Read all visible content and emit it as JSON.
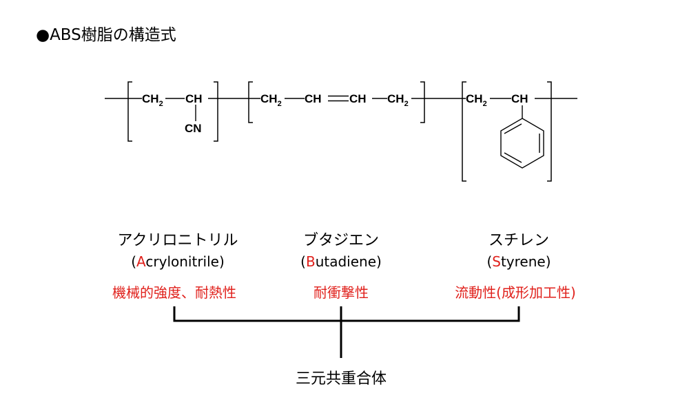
{
  "title": "●ABS樹脂の構造式",
  "colors": {
    "accent": "#e0201b",
    "text": "#000000"
  },
  "formula": {
    "acrylonitrile": {
      "ch2": "CH",
      "sub": "2",
      "ch": "CH",
      "cn": "CN"
    },
    "butadiene": {
      "ch2a": "CH",
      "suba": "2",
      "ch1": "CH",
      "ch2": "CH",
      "ch2b": "CH",
      "subb": "2"
    },
    "styrene": {
      "ch2": "CH",
      "sub": "2",
      "ch": "CH"
    }
  },
  "monomers": [
    {
      "jp": "アクリロニトリル",
      "paren_open": "(",
      "initial": "A",
      "rest": "crylonitrile",
      "paren_close": ")",
      "property": "機械的強度、耐熱性"
    },
    {
      "jp": "ブタジエン",
      "paren_open": "(",
      "initial": "B",
      "rest": "utadiene",
      "paren_close": ")",
      "property": "耐衝撃性"
    },
    {
      "jp": "スチレン",
      "paren_open": "(",
      "initial": "S",
      "rest": "tyrene",
      "paren_close": ")",
      "property": "流動性(成形加工性)"
    }
  ],
  "result": "三元共重合体"
}
